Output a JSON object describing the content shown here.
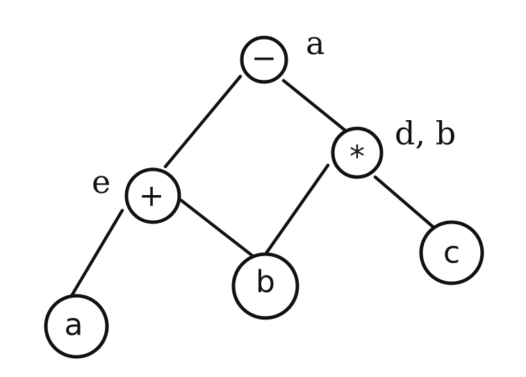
{
  "diagram": {
    "ink_color": "#111111",
    "paper_color": "#ffffff",
    "nodes": {
      "minus": {
        "label": "−",
        "annotation": "a"
      },
      "times": {
        "label": "*",
        "annotation": "d, b"
      },
      "plus": {
        "label": "+",
        "annotation": "e"
      },
      "leaf_a": {
        "label": "a"
      },
      "leaf_b": {
        "label": "b"
      },
      "leaf_c": {
        "label": "c"
      }
    },
    "edges": [
      {
        "from": "minus",
        "to": "plus"
      },
      {
        "from": "minus",
        "to": "times"
      },
      {
        "from": "plus",
        "to": "leaf_a"
      },
      {
        "from": "plus",
        "to": "leaf_b"
      },
      {
        "from": "times",
        "to": "leaf_b"
      },
      {
        "from": "times",
        "to": "leaf_c"
      }
    ]
  }
}
